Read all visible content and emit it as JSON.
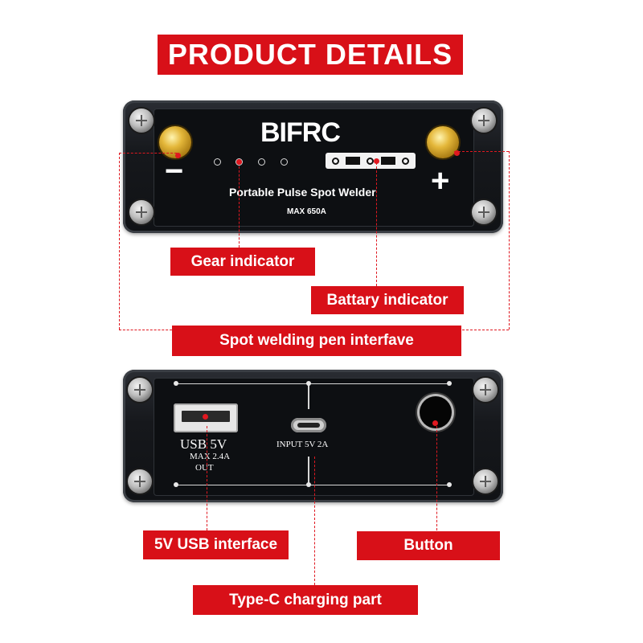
{
  "title": "PRODUCT DETAILS",
  "front_panel": {
    "brand": "BIFRC",
    "subtitle": "Portable Pulse Spot Welder",
    "rating": "MAX 650A",
    "minus_sign": "−",
    "plus_sign": "+"
  },
  "back_panel": {
    "usb_label": "USB 5V",
    "usb_max": "MAX 2.4A",
    "usb_out": "OUT",
    "typec_label": "INPUT 5V 2A"
  },
  "callouts": {
    "gear_indicator": "Gear indicator",
    "battery_indicator": "Battary indicator",
    "pen_interface": "Spot welding pen interfave",
    "usb_interface": "5V USB interface",
    "button": "Button",
    "typec_charging": "Type-C charging part"
  },
  "colors": {
    "accent_red": "#d81018",
    "panel_dark": "#16181c",
    "terminal_gold": "#e4b73a"
  }
}
